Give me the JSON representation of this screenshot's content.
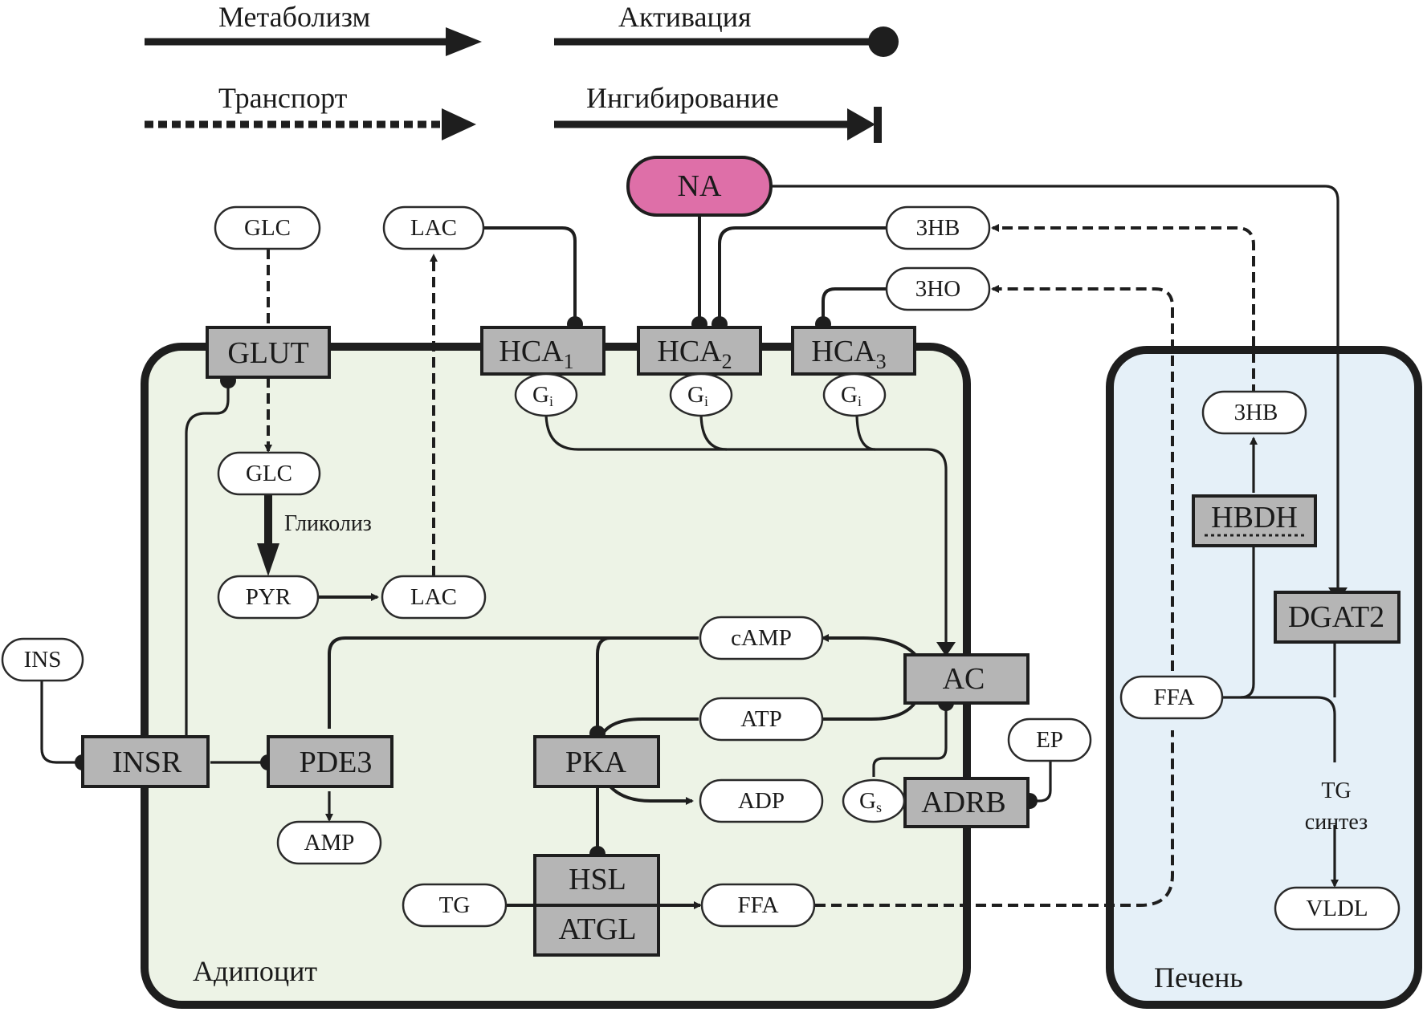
{
  "legend": {
    "metabolism": "Метаболизм",
    "activation": "Активация",
    "transport": "Транспорт",
    "inhibition": "Ингибирование"
  },
  "compartments": {
    "adipocyte": {
      "label": "Адипоцит",
      "color": "#edf3e6"
    },
    "liver": {
      "label": "Печень",
      "color": "#e5f0f8"
    }
  },
  "colors": {
    "na": "#de6fa8",
    "enzyme": "#b5b5b5",
    "line": "#1e1e1e"
  },
  "nodes": {
    "na": "NA",
    "glc_out": "GLC",
    "lac_out": "LAC",
    "hb_out": "3HB",
    "ho_out": "3HO",
    "glc_in": "GLC",
    "pyr": "PYR",
    "lac_in": "LAC",
    "ins": "INS",
    "camp": "cAMP",
    "atp": "ATP",
    "adp": "ADP",
    "amp": "AMP",
    "tg": "TG",
    "ffa_adipo": "FFA",
    "ep": "EP",
    "hb_liver": "3HB",
    "ffa_liver": "FFA",
    "vldl": "VLDL"
  },
  "g_proteins": {
    "gi": "G",
    "gi_sub": "i",
    "gs": "G",
    "gs_sub": "s"
  },
  "enzymes": {
    "glut": "GLUT",
    "hca": "HCA",
    "hca1_sub": "1",
    "hca2_sub": "2",
    "hca3_sub": "3",
    "insr": "INSR",
    "pde3": "PDE3",
    "pka": "PKA",
    "ac": "AC",
    "adrb": "ADRB",
    "hsl": "HSL",
    "atgl": "ATGL",
    "hbdh": "HBDH",
    "dgat2": "DGAT2"
  },
  "annotations": {
    "glycolysis": "Гликолиз",
    "tg_synthesis_1": "TG",
    "tg_synthesis_2": "синтез"
  }
}
